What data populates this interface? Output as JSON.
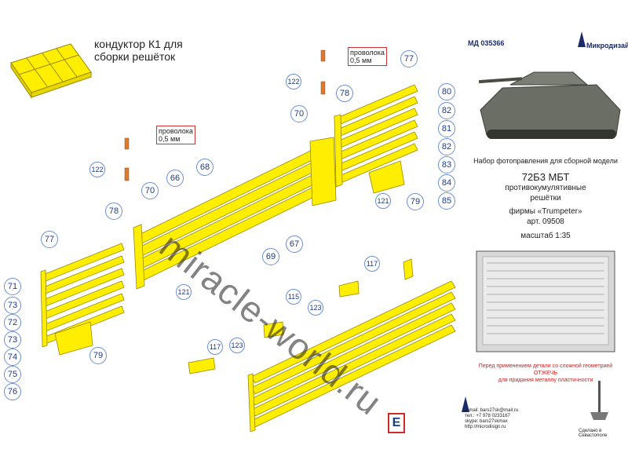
{
  "jig": {
    "title_line1": "кондуктор К1 для",
    "title_line2": "сборки решёток"
  },
  "header": {
    "catalog_number": "МД 035366",
    "brand": "Микродизайн"
  },
  "info": {
    "lead": "Набор фотоправления для сборной модели",
    "model": "72Б3 МБТ",
    "subtitle_line1": "противокумулятивные",
    "subtitle_line2": "решётки",
    "firm": "фирмы «Trumpeter»",
    "article": "арт. 09508",
    "scale": "масштаб 1:35"
  },
  "warning": {
    "line1": "Перед применением детали со сложной геометрией",
    "line2": "ОТЖЕЧЬ",
    "line3": "для придания металлу пластичности"
  },
  "contacts": {
    "email": "e-mail: bars27sk@mail.ru",
    "phone": "тел.: +7 978 0233167",
    "skype": "skype: bars27skmax",
    "web": "http://microdisign.ru",
    "made_in": "Сделано в Севастополе"
  },
  "wire_labels": {
    "top_line1": "проволока",
    "top_line2": "0,5 мм",
    "left_line1": "проволока",
    "left_line2": "0,5 мм"
  },
  "part_numbers": {
    "n77a": "77",
    "n80": "80",
    "n82a": "82",
    "n81": "81",
    "n82b": "82",
    "n83": "83",
    "n84": "84",
    "n85": "85",
    "n78a": "78",
    "n79a": "79",
    "n121a": "121",
    "n122a": "122",
    "n70a": "70",
    "n68": "68",
    "n66": "66",
    "n70b": "70",
    "n67": "67",
    "n69": "69",
    "n122b": "122",
    "n78b": "78",
    "n77b": "77",
    "n71": "71",
    "n73a": "73",
    "n72": "72",
    "n73b": "73",
    "n74": "74",
    "n75": "75",
    "n76": "76",
    "n79b": "79",
    "n121b": "121",
    "n115": "115",
    "n123a": "123",
    "n117a": "117",
    "n117b": "117",
    "n123b": "123"
  },
  "sheet_letter": "E",
  "watermark": "miracle-world.ru",
  "colors": {
    "part_fill": "#ffee00",
    "part_stroke": "#9a8a00",
    "callout_border": "#6a8fd6",
    "callout_text": "#1a3a8a",
    "warning": "#d61a1a",
    "wire_red": "#c33333"
  }
}
